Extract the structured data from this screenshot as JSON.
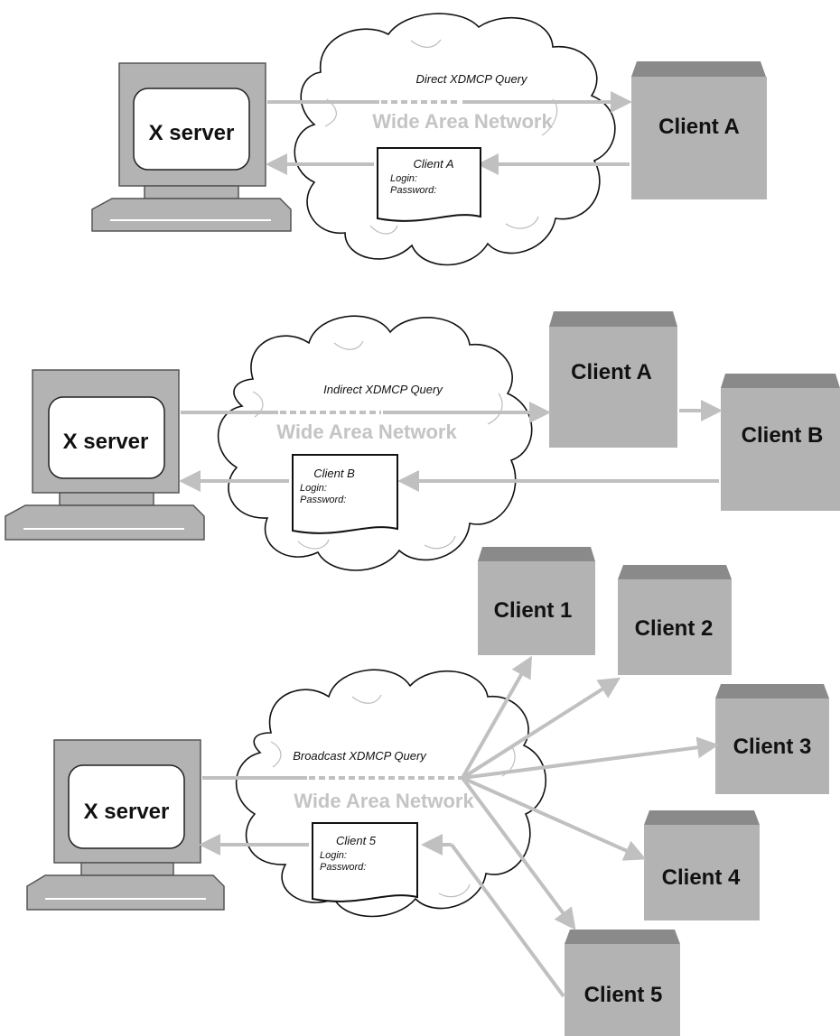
{
  "server_label": "X server",
  "network_label": "Wide Area Network",
  "field_login": "Login:",
  "field_password": "Password:",
  "panels": [
    {
      "query_label": "Direct XDMCP Query",
      "doc_title": "Client A",
      "clients": [
        "Client A"
      ]
    },
    {
      "query_label": "Indirect XDMCP Query",
      "doc_title": "Client B",
      "clients": [
        "Client A",
        "Client B"
      ]
    },
    {
      "query_label": "Broadcast XDMCP Query",
      "doc_title": "Client 5",
      "clients": [
        "Client 1",
        "Client 2",
        "Client 3",
        "Client 4",
        "Client 5"
      ]
    }
  ]
}
